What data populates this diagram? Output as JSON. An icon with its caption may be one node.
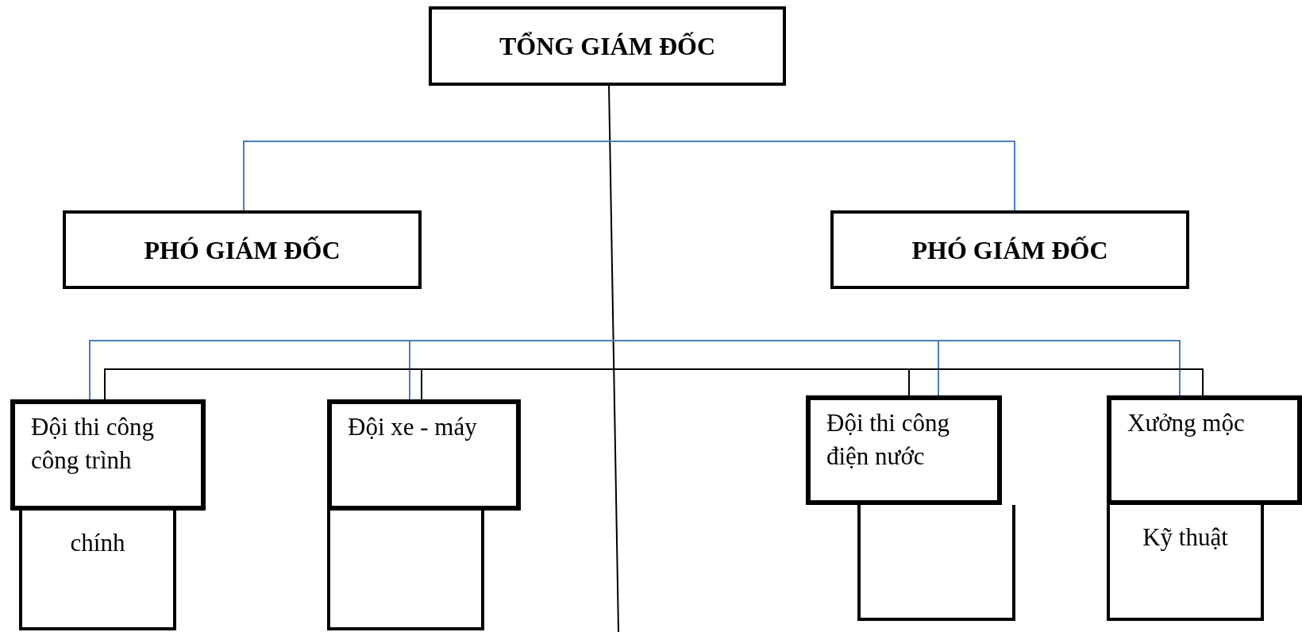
{
  "diagram": {
    "nodes": [
      {
        "text": [
          "TỔNG GIÁM ĐỐC"
        ]
      },
      {
        "text": [
          "PHÓ GIÁM ĐỐC"
        ]
      },
      {
        "text": [
          "PHÓ GIÁM ĐỐC"
        ]
      },
      {
        "text": [
          "chính"
        ]
      },
      {
        "text": [
          "Đội thi công công trình"
        ]
      },
      {
        "text": [],
        "shape": "box"
      },
      {
        "text": [
          "Đội xe - máy"
        ]
      },
      {
        "text": [],
        "shape": "box"
      },
      {
        "text": [
          "Đội thi công điện nước"
        ]
      },
      {
        "text": [
          "Kỹ thuật"
        ]
      },
      {
        "text": [
          "Xưởng mộc"
        ]
      }
    ],
    "edges": [
      {
        "from": 0,
        "to": null,
        "arrow": "none"
      },
      {
        "from": 1,
        "to": 2,
        "arrow": "none",
        "color": "#4a7ebb"
      },
      {
        "from": 4,
        "to": 6,
        "arrow": "none",
        "color": "#4a7ebb"
      },
      {
        "from": 6,
        "to": 8,
        "arrow": "none",
        "color": "#4a7ebb"
      },
      {
        "from": 8,
        "to": 10,
        "arrow": "none",
        "color": "#4a7ebb"
      },
      {
        "from": 4,
        "to": 6,
        "arrow": "none"
      },
      {
        "from": 6,
        "to": 8,
        "arrow": "none"
      },
      {
        "from": 8,
        "to": 10,
        "arrow": "none"
      }
    ]
  }
}
